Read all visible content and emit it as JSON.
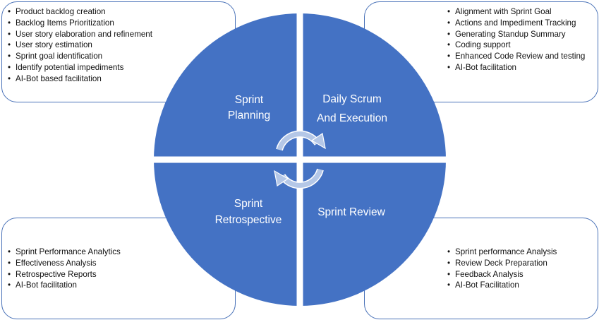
{
  "colors": {
    "quadrant": "#4472c4",
    "border": "#4a72b8",
    "cycle_arrow": "#b4c7e7"
  },
  "icons": {
    "center": "cycle-arrows-icon"
  },
  "quadrants": {
    "planning": {
      "line1": "Sprint",
      "line2": "Planning"
    },
    "daily": {
      "line1": "Daily Scrum",
      "line2": "And Execution"
    },
    "retro": {
      "line1": "Sprint",
      "line2": "Retrospective"
    },
    "review": {
      "line1": "Sprint Review"
    }
  },
  "boxes": {
    "planning": [
      "Product backlog creation",
      "Backlog Items Prioritization",
      "User story elaboration and refinement",
      "User story estimation",
      "Sprint goal identification",
      "Identify potential impediments",
      "AI-Bot based facilitation"
    ],
    "daily": [
      "Alignment with Sprint Goal",
      "Actions and Impediment Tracking",
      "Generating Standup Summary",
      "Coding support",
      "Enhanced Code Review and testing",
      "AI-Bot facilitation"
    ],
    "retro": [
      "Sprint Performance Analytics",
      "Effectiveness Analysis",
      "Retrospective Reports",
      "AI-Bot facilitation"
    ],
    "review": [
      "Sprint performance Analysis",
      "Review Deck Preparation",
      "Feedback Analysis",
      "AI-Bot Facilitation"
    ]
  }
}
